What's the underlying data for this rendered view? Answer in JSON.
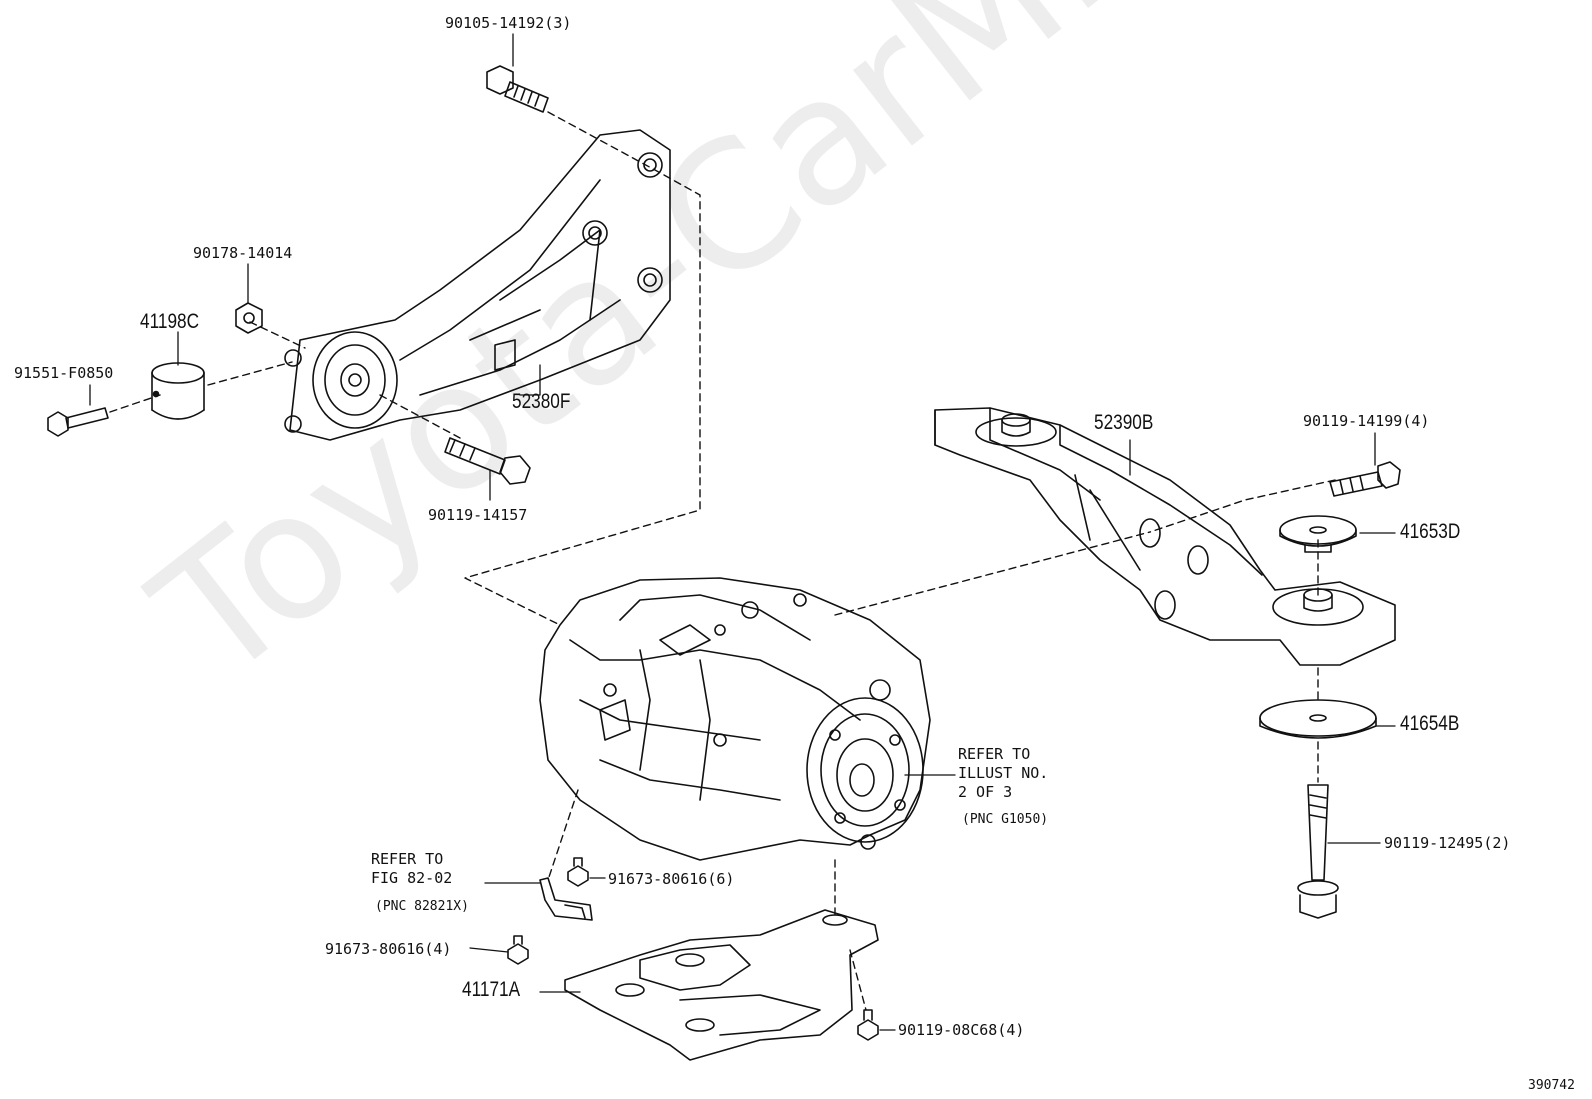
{
  "watermark": "Toyota-CarMine.ru",
  "illustration_id": "390742",
  "labels": {
    "bolt_top": "90105-14192(3)",
    "nut": "90178-14014",
    "mount_part": "41198C",
    "bolt_left": "91551-F0850",
    "bracket": "52380F",
    "bolt_lower": "90119-14157",
    "member": "52390B",
    "bolt_right": "90119-14199(4)",
    "stopper_upper": "41653D",
    "stopper_lower": "41654B",
    "bolt_vertical": "90119-12495(2)",
    "refer_illust": "REFER TO\nILLUST NO.\n2 OF 3",
    "refer_illust_pnc": "(PNC G1050)",
    "refer_fig": "REFER TO\nFIG 82-02",
    "refer_fig_pnc": "(PNC 82821X)",
    "screw_6": "91673-80616(6)",
    "screw_4": "91673-80616(4)",
    "cover": "41171A",
    "bolt_cover": "90119-08C68(4)"
  }
}
